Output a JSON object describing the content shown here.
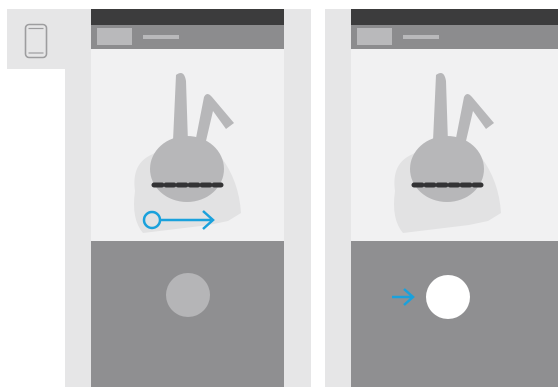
{
  "figure": {
    "icons": {
      "device": "smartphone-icon",
      "subject": "rabbit-icon",
      "swipe_gesture": "swipe-right-arrow-icon",
      "transition": "arrow-right-icon"
    },
    "colors": {
      "panel_frame": "#e6e6e7",
      "status_bar": "#3c3c3d",
      "header_bar": "#8c8c8e",
      "image_area": "#f1f1f2",
      "bottom_pane": "#8f8f91",
      "accent": "#1aa1dc",
      "button_idle": "#b5b5b7",
      "button_active": "#ffffff"
    },
    "panels": [
      {
        "state": "before",
        "button": "idle",
        "gesture": "swipe-right"
      },
      {
        "state": "after",
        "button": "active",
        "gesture": "none"
      }
    ]
  }
}
